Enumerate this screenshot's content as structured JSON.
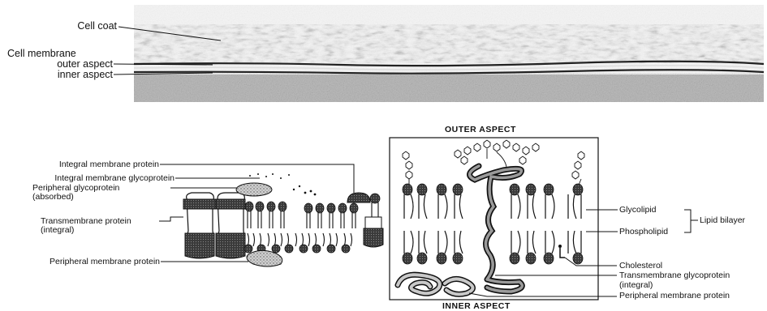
{
  "micrograph_labels": {
    "cell_coat": "Cell coat",
    "cell_membrane": "Cell membrane",
    "outer_aspect": "outer aspect",
    "inner_aspect": "inner aspect"
  },
  "left_labels": {
    "integral_membrane_protein": "Integral membrane protein",
    "integral_membrane_glycoprotein": "Integral membrane glycoprotein",
    "peripheral_glycoprotein": "Peripheral glycoprotein",
    "peripheral_glycoprotein_note": "(absorbed)",
    "transmembrane_protein": "Transmembrane protein",
    "transmembrane_protein_note": "(integral)",
    "peripheral_membrane_protein": "Peripheral membrane protein"
  },
  "detail_box": {
    "outer_aspect": "OUTER ASPECT",
    "inner_aspect": "INNER ASPECT"
  },
  "right_labels": {
    "glycolipid": "Glycolipid",
    "lipid_bilayer": "Lipid bilayer",
    "phospholipid": "Phospholipid",
    "cholesterol": "Cholesterol",
    "transmembrane_glycoprotein": "Transmembrane glycoprotein",
    "transmembrane_glycoprotein_note": "(integral)",
    "peripheral_membrane_protein": "Peripheral membrane protein"
  }
}
